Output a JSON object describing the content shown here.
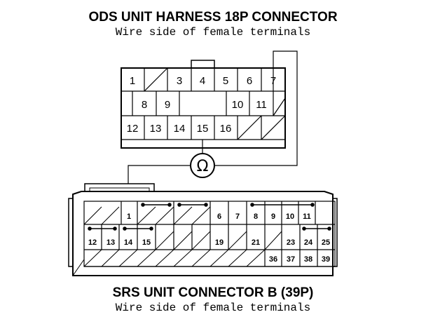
{
  "top_connector": {
    "title": "ODS UNIT HARNESS 18P CONNECTOR",
    "subtitle": "Wire side of female terminals",
    "row1": [
      "1",
      "",
      "3",
      "4",
      "5",
      "6",
      "7"
    ],
    "row2": [
      "8",
      "9",
      "10",
      "11"
    ],
    "row3": [
      "12",
      "13",
      "14",
      "15",
      "16"
    ]
  },
  "meter": {
    "symbol": "Ω"
  },
  "bottom_connector": {
    "title": "SRS UNIT CONNECTOR B (39P)",
    "subtitle": "Wire side of female terminals",
    "row1": [
      "1",
      "6",
      "7",
      "8",
      "9",
      "10",
      "11"
    ],
    "row2": [
      "12",
      "13",
      "14",
      "15",
      "19",
      "21",
      "23",
      "24",
      "25"
    ],
    "row3": [
      "36",
      "37",
      "38",
      "39"
    ]
  }
}
